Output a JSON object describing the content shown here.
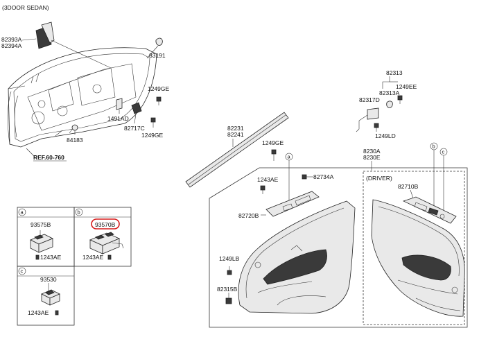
{
  "header": "(3DOOR SEDAN)",
  "ref_label": "REF.60-760",
  "driver_label": "(DRIVER)",
  "highlight_color": "#d61a1a",
  "callouts": {
    "a": "a",
    "b": "b",
    "c": "c"
  },
  "parts": {
    "p82393A": "82393A",
    "p82394A": "82394A",
    "p83191": "83191",
    "p1249GE_a": "1249GE",
    "p1491AD": "1491AD",
    "p82717C": "82717C",
    "p1249GE_b": "1249GE",
    "p84183": "84183",
    "p82313": "82313",
    "p82313A": "82313A",
    "p1249EE": "1249EE",
    "p82317D": "82317D",
    "p1249LD": "1249LD",
    "p82231": "82231",
    "p82241": "82241",
    "p1249GE_c": "1249GE",
    "p8230A": "8230A",
    "p8230E": "8230E",
    "p82734A": "82734A",
    "p1243AE_main": "1243AE",
    "p82720B": "82720B",
    "p82710B": "82710B",
    "p1249LB": "1249LB",
    "p82315B": "82315B",
    "p93575B": "93575B",
    "p1243AE_a": "1243AE",
    "p93570B": "93570B",
    "p1243AE_b": "1243AE",
    "p93530": "93530",
    "p1243AE_c": "1243AE"
  }
}
